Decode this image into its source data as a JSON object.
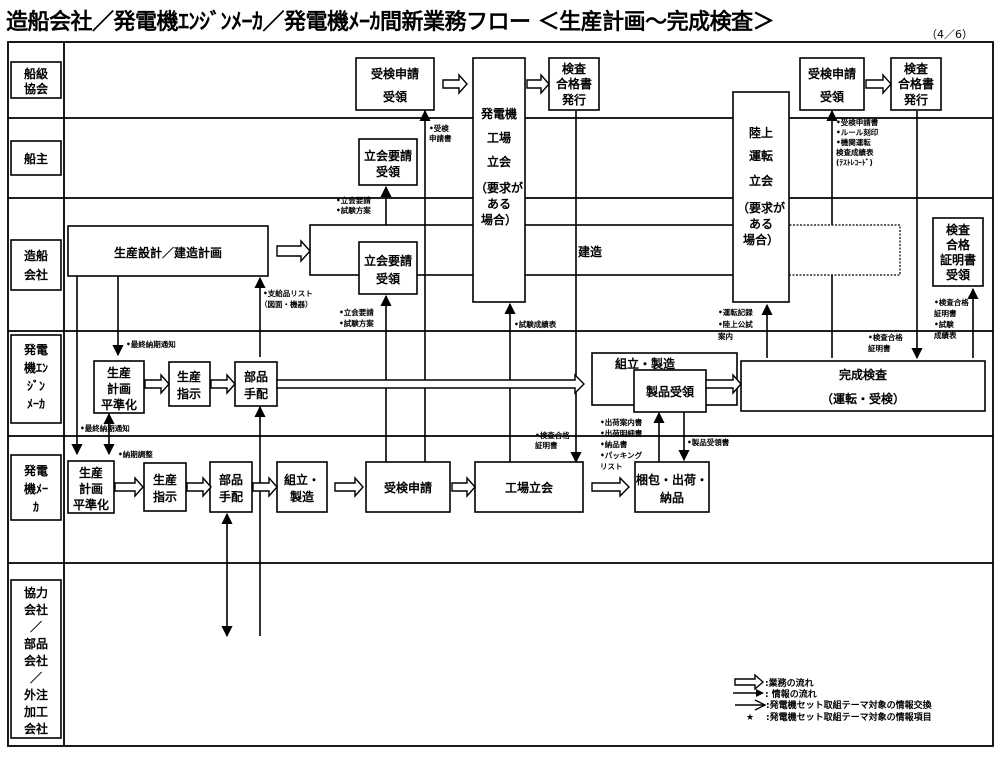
{
  "title": "造船会社／発電機ｴﾝｼﾞﾝﾒｰｶ／発電機ﾒｰｶ間新業務フロー ＜生産計画～完成検査＞",
  "page_indicator": "（4／6）",
  "lanes": [
    {
      "id": "class",
      "label": [
        "船級",
        "協会"
      ]
    },
    {
      "id": "owner",
      "label": [
        "船主"
      ]
    },
    {
      "id": "shipyard",
      "label": [
        "造船",
        "会社"
      ]
    },
    {
      "id": "engine",
      "label": [
        "発電",
        "機ｴﾝ",
        "ｼﾞﾝ",
        "ﾒｰｶ"
      ]
    },
    {
      "id": "generator",
      "label": [
        "発電",
        "機ﾒｰ",
        "ｶ"
      ]
    },
    {
      "id": "partner",
      "label": [
        "協力",
        "会社",
        "／",
        "部品",
        "会社",
        "／",
        "外注",
        "加工",
        "会社"
      ]
    }
  ],
  "boxes": {
    "class_receive1": [
      "受検申請",
      "受領"
    ],
    "class_issue1": [
      "検査",
      "合格書",
      "発行"
    ],
    "class_receive2": [
      "受検申請",
      "受領"
    ],
    "class_issue2": [
      "検査",
      "合格書",
      "発行"
    ],
    "factory_witness": [
      "発電機",
      "工場",
      "立会",
      "（要求が",
      "ある",
      "場合）"
    ],
    "land_witness": [
      "陸上",
      "運転",
      "立会",
      "（要求が",
      "ある",
      "場合）"
    ],
    "owner_witness_receive": [
      "立会要請",
      "受領"
    ],
    "production_design": [
      "生産設計／建造計画"
    ],
    "construction": [
      "建造"
    ],
    "yard_witness_receive": [
      "立会要請",
      "受領"
    ],
    "certificate_receive": [
      "検査",
      "合格",
      "証明書",
      "受領"
    ],
    "eng_plan": [
      "生産",
      "計画",
      "平準化"
    ],
    "eng_instruct": [
      "生産",
      "指示"
    ],
    "eng_parts": [
      "部品",
      "手配"
    ],
    "eng_assembly": [
      "組立・製造"
    ],
    "eng_product_receive": [
      "製品受領"
    ],
    "final_inspection": [
      "完成検査",
      "（運転・受検）"
    ],
    "gen_plan": [
      "生産",
      "計画",
      "平準化"
    ],
    "gen_instruct": [
      "生産",
      "指示"
    ],
    "gen_parts": [
      "部品",
      "手配"
    ],
    "gen_assembly": [
      "組立・",
      "製造"
    ],
    "gen_apply": [
      "受検申請"
    ],
    "gen_factory_witness": [
      "工場立会"
    ],
    "gen_ship": [
      "梱包・出荷・",
      "納品"
    ]
  },
  "notes": {
    "inspection_application": [
      "•受検",
      "申請書"
    ],
    "witness_request_owner": [
      "•立会要請",
      "•試験方案"
    ],
    "witness_request_yard": [
      "•立会要請",
      "•試験方案"
    ],
    "supplied_parts": [
      "•支給品リスト",
      "（図面・機器）"
    ],
    "final_delivery_eng": [
      "•最終納期通知"
    ],
    "final_delivery_gen": [
      "•最終納期通知"
    ],
    "delivery_adjust": [
      "•納期調整"
    ],
    "test_results": [
      "•試験成績表"
    ],
    "run_record": [
      "•運転記録",
      "•陸上公試",
      "案内"
    ],
    "class_docs": [
      "•受検申請書",
      "•ルール刻印",
      "•機関運転",
      "検査成績表",
      "(ﾃｽﾄﾚｺｰﾄﾞ)"
    ],
    "cert_to_yard": [
      "•検査合格",
      "証明書",
      "•試験",
      "成績表"
    ],
    "cert_to_eng": [
      "•検査合格",
      "証明書"
    ],
    "cert_to_factory": [
      "•検査合格",
      "証明書"
    ],
    "shipping_docs": [
      "•出荷案内書",
      "•出荷明細書",
      "•納品書",
      "•パッキング",
      "リスト"
    ],
    "product_receipt": [
      "•製品受領書"
    ]
  },
  "legend": [
    {
      "icon": "business-flow-arrow-icon",
      "label": ":業務の流れ"
    },
    {
      "icon": "information-flow-arrow-icon",
      "label": ": 情報の流れ"
    },
    {
      "icon": "info-exchange-arrow-icon",
      "label": ":発電機セット取組テーマ対象の情報交換"
    },
    {
      "icon": "star-icon",
      "label": ":発電機セット取組テーマ対象の情報項目"
    }
  ]
}
